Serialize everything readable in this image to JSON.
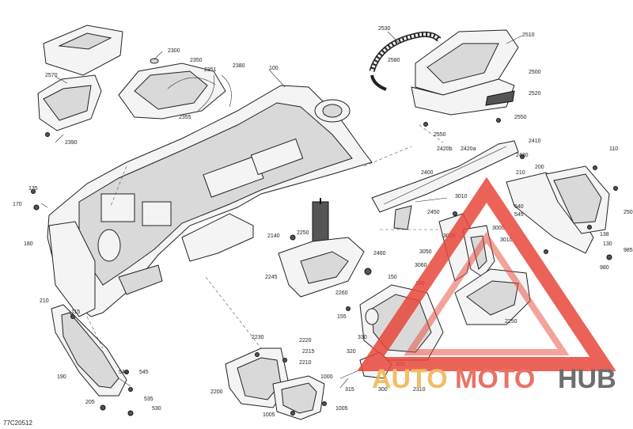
{
  "diagram_code": "77C20512",
  "watermark": {
    "left": "AUTO",
    "middle": "MOTO",
    "right": "HUB",
    "color_left": "#f0b24a",
    "color_middle": "#e65a4a",
    "color_right": "#555555",
    "triangle_color": "#e8473c"
  },
  "callouts": [
    "2570",
    "2390",
    "2300",
    "2350",
    "2351",
    "2380",
    "2355",
    "100",
    "2530",
    "2580",
    "2510",
    "2500",
    "2520",
    "2550",
    "2550",
    "2420b",
    "2420a",
    "2410",
    "2430",
    "2400",
    "210",
    "200",
    "110",
    "250",
    "138",
    "130",
    "985",
    "980",
    "540",
    "545",
    "3000",
    "3010",
    "3010",
    "3020",
    "3050",
    "3060",
    "2250",
    "2450",
    "2140",
    "2460",
    "2245",
    "2250",
    "2260",
    "150",
    "140",
    "155",
    "310",
    "320",
    "325",
    "300",
    "315",
    "2310",
    "2230",
    "2220",
    "2215",
    "2210",
    "2200",
    "1000",
    "1005",
    "1005",
    "135",
    "170",
    "180",
    "210",
    "115",
    "190",
    "540",
    "545",
    "205",
    "535",
    "530"
  ]
}
